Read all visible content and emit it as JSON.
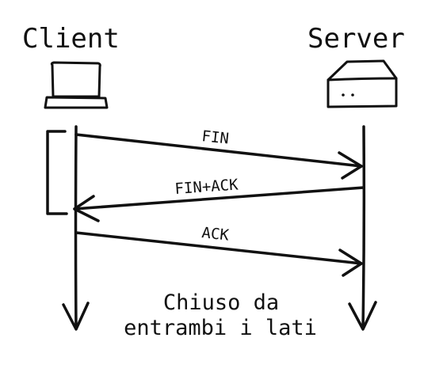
{
  "participants": {
    "client": {
      "label": "Client",
      "icon": "laptop-icon"
    },
    "server": {
      "label": "Server",
      "icon": "server-icon"
    }
  },
  "messages": [
    {
      "label": "FIN",
      "from": "client",
      "to": "server"
    },
    {
      "label": "FIN+ACK",
      "from": "server",
      "to": "client"
    },
    {
      "label": "ACK",
      "from": "client",
      "to": "server"
    }
  ],
  "footer": {
    "line1": "Chiuso da",
    "line2": "entrambi i lati"
  },
  "colors": {
    "ink": "#111111",
    "background": "#ffffff"
  }
}
